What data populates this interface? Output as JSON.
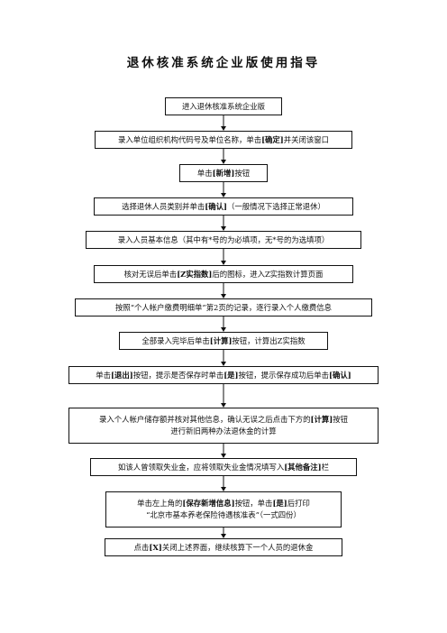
{
  "title": "退休核准系统企业版使用指导",
  "steps": [
    {
      "lines": [
        [
          {
            "t": "进入退休核准系统企业版"
          }
        ]
      ]
    },
    {
      "lines": [
        [
          {
            "t": "录入单位组织机构代码号及单位名称，单击"
          },
          {
            "t": "[确定]",
            "b": true
          },
          {
            "t": "并关闭该窗口"
          }
        ]
      ]
    },
    {
      "lines": [
        [
          {
            "t": "单击"
          },
          {
            "t": "[新增]",
            "b": true
          },
          {
            "t": "按钮"
          }
        ]
      ]
    },
    {
      "lines": [
        [
          {
            "t": "选择退休人员类别并单击"
          },
          {
            "t": "[确认]",
            "b": true
          },
          {
            "t": "（一般情况下选择正常退休）"
          }
        ]
      ]
    },
    {
      "lines": [
        [
          {
            "t": "录入人员基本信息（其中有*号的为必填项，无*号的为选填项）"
          }
        ]
      ]
    },
    {
      "lines": [
        [
          {
            "t": "核对无误后单击"
          },
          {
            "t": "[Z实指数]",
            "b": true
          },
          {
            "t": "后的图标，进入Z实指数计算页面"
          }
        ]
      ]
    },
    {
      "lines": [
        [
          {
            "t": "按照“个人帐户缴费明细单”第2页的记录，逐行录入个人缴费信息"
          }
        ]
      ]
    },
    {
      "lines": [
        [
          {
            "t": "全部录入完毕后单击"
          },
          {
            "t": "[计算]",
            "b": true
          },
          {
            "t": "按钮，计算出Z实指数"
          }
        ]
      ]
    },
    {
      "lines": [
        [
          {
            "t": "单击"
          },
          {
            "t": "[退出]",
            "b": true
          },
          {
            "t": "按钮，提示是否保存时单击"
          },
          {
            "t": "[是]",
            "b": true
          },
          {
            "t": "按钮，提示保存成功后单击"
          },
          {
            "t": "[确认]",
            "b": true
          }
        ]
      ]
    },
    {
      "lines": [
        [
          {
            "t": "录入个人帐户储存额并核对其他信息，确认无误之后点击下方的"
          },
          {
            "t": "[计算]",
            "b": true
          },
          {
            "t": "按钮"
          }
        ],
        [
          {
            "t": "进行新旧两种办法退休金的计算"
          }
        ]
      ]
    },
    {
      "lines": [
        [
          {
            "t": "如该人曾领取失业金，应将领取失业金情况填写入"
          },
          {
            "t": "[其他备注]",
            "b": true
          },
          {
            "t": "栏"
          }
        ]
      ]
    },
    {
      "lines": [
        [
          {
            "t": "单击左上角的"
          },
          {
            "t": "[保存新增信息]",
            "b": true
          },
          {
            "t": "按钮，单击"
          },
          {
            "t": "[是]",
            "b": true
          },
          {
            "t": "后打印"
          }
        ],
        [
          {
            "t": "“北京市基本养老保险待遇核准表”（一式四份）"
          }
        ]
      ]
    },
    {
      "lines": [
        [
          {
            "t": "点击"
          },
          {
            "t": "[X]",
            "b": true
          },
          {
            "t": "关闭上述界面，继续核算下一个人员的退休金"
          }
        ]
      ]
    }
  ]
}
